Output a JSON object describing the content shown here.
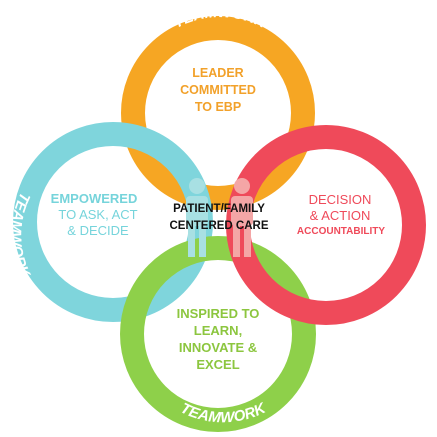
{
  "ring_label": "TEAMWORK",
  "top_box": {
    "lines": [
      "LEADER",
      "COMMITTED",
      "TO EBP"
    ]
  },
  "right_box": {
    "lines": [
      "DECISION",
      "& ACTION"
    ],
    "bold_line": "ACCOUNTABILITY"
  },
  "left_box": {
    "lines": [
      "TO ASK, ACT",
      "& DECIDE"
    ],
    "bold_line": "EMPOWERED"
  },
  "bottom_box": {
    "lines": [
      "INSPIRED TO",
      "LEARN,",
      "INNOVATE &",
      "EXCEL"
    ]
  },
  "center": {
    "lines": [
      "PATIENT/FAMILY",
      "CENTERED CARE"
    ]
  },
  "colors": {
    "orange": "#f6a623",
    "red": "#ef4a5a",
    "cyan": "#7fd5dc",
    "green": "#8ed04a",
    "patient_light": "#a8e0e3",
    "patient_pink": "#f4a6a6"
  }
}
